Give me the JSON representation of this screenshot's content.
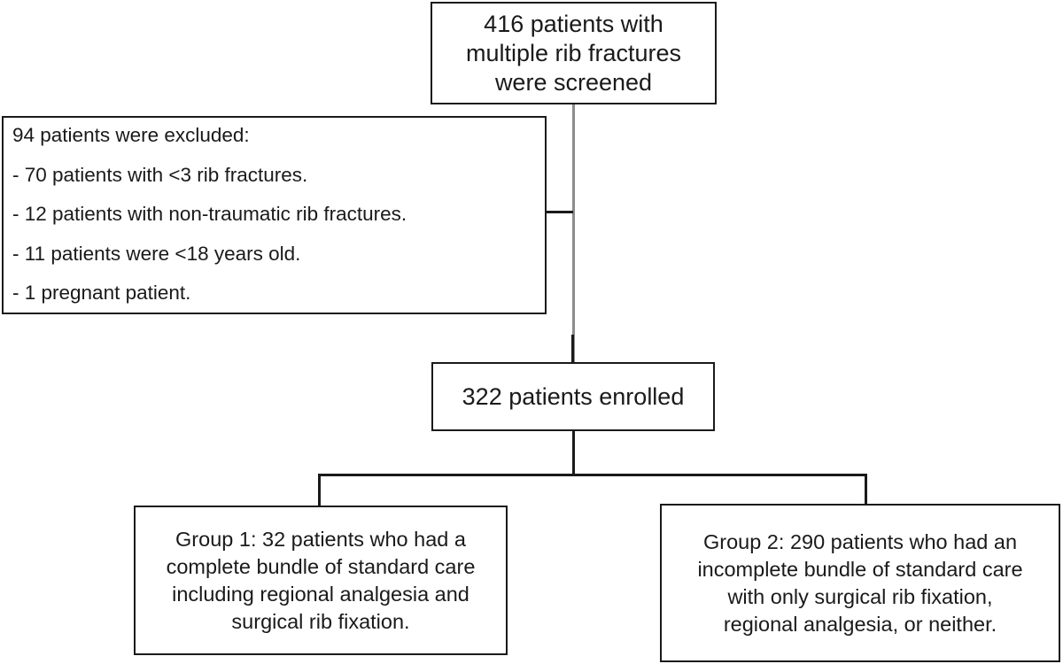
{
  "screened": {
    "lines": [
      "416 patients with",
      "multiple rib fractures",
      "were screened"
    ]
  },
  "excluded": {
    "heading": "94 patients were excluded:",
    "items": [
      "- 70 patients with <3 rib fractures.",
      "- 12 patients with non-traumatic rib fractures.",
      "- 11 patients were <18 years old.",
      "- 1 pregnant patient."
    ]
  },
  "enrolled": {
    "text": "322 patients enrolled"
  },
  "group1": {
    "lines": [
      "Group 1: 32 patients who had a",
      "complete bundle of standard care",
      "including regional analgesia and",
      "surgical rib fixation."
    ]
  },
  "group2": {
    "lines": [
      "Group 2: 290 patients who had an",
      "incomplete bundle of standard care",
      "with only surgical rib fixation,",
      "regional analgesia, or neither."
    ]
  },
  "colors": {
    "line": "#1a1a1a",
    "connector_gray": "#8c8c8c",
    "background": "#ffffff"
  }
}
